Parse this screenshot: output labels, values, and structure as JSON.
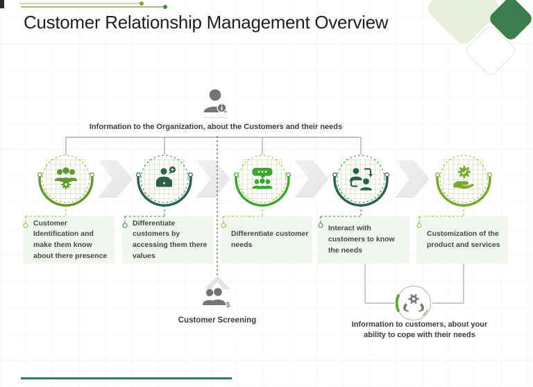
{
  "slide": {
    "title": "Customer Relationship Management Overview"
  },
  "top_source": {
    "icon": "person-info-icon",
    "caption": "Information to the Organization, about the Customers and their needs"
  },
  "stages": [
    {
      "label": "Customer Identification and make them know about there presence",
      "icon": "team-gear-icon",
      "accent": "#67952f",
      "dash": "#a6ad49"
    },
    {
      "label": "Differentiate customers by accessing them there values",
      "icon": "person-laptop-chat-icon",
      "accent": "#2b614b",
      "dash": "#35836a"
    },
    {
      "label": "Differentiate customer needs",
      "icon": "group-discussion-icon",
      "accent": "#3fa437",
      "dash": "#aab239"
    },
    {
      "label": "Interact with customers to know the needs",
      "icon": "people-exchange-icon",
      "accent": "#2b614b",
      "dash": "#35836a"
    },
    {
      "label": "Customization of the product and services",
      "icon": "hand-gear-icon",
      "accent": "#7ca62c",
      "dash": "#9cb342"
    }
  ],
  "screening": {
    "icon": "customers-dollar-icon",
    "label": "Customer Screening"
  },
  "feedback": {
    "icon": "hands-gear-icon",
    "caption": "Information to customers, about your ability to cope with their needs"
  },
  "colors": {
    "connector_gray": "#9e9e9e",
    "dashed_dark": "#5c5c5c",
    "icon_gray": "#757575",
    "title_text": "#1f1f1f",
    "body_text": "#474747",
    "decor_teal_bar": "#2a7a68",
    "decor_diamond_green": "#3c7d4b",
    "feedback_arc_green": "#68a43b"
  }
}
